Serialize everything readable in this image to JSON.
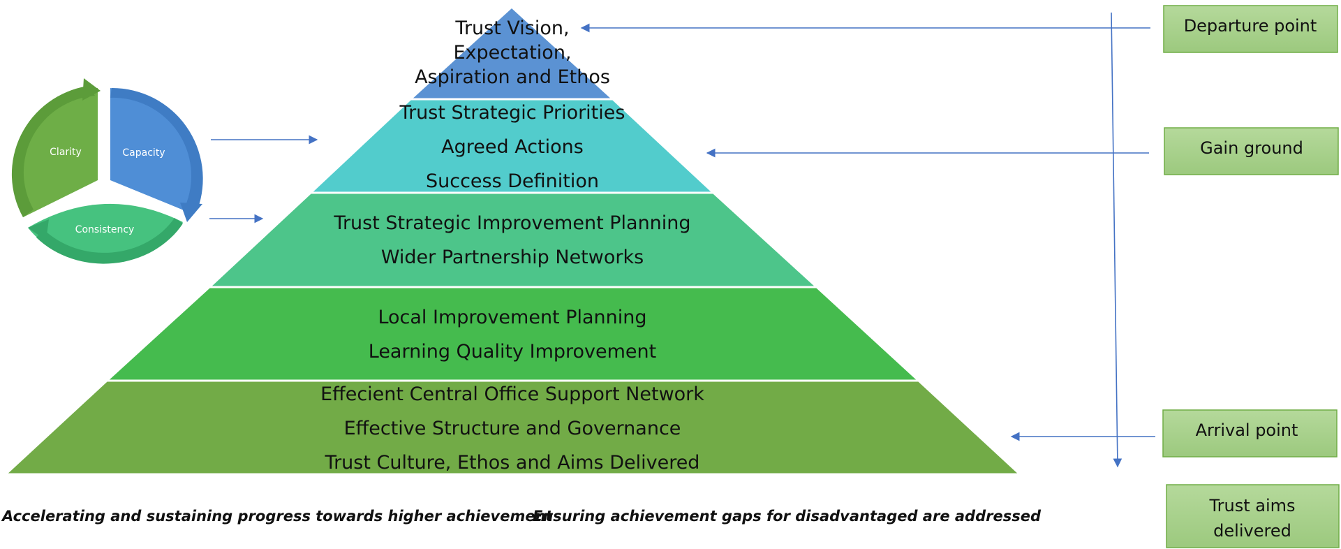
{
  "pyramid": {
    "levels": [
      {
        "lines": [
          "Trust Vision,",
          "Expectation,",
          "Aspiration and Ethos"
        ],
        "color": "#5b92d3"
      },
      {
        "lines": [
          "Trust Strategic Priorities",
          "Agreed Actions",
          "Success Definition"
        ],
        "color": "#52cccc"
      },
      {
        "lines": [
          "Trust Strategic Improvement  Planning",
          "Wider Partnership Networks"
        ],
        "color": "#4dc58a"
      },
      {
        "lines": [
          "Local Improvement Planning",
          "Learning Quality Improvement"
        ],
        "color": "#45bb4e"
      },
      {
        "lines": [
          "Effecient Central Office Support Network",
          "Effective Structure and Governance",
          "Trust Culture, Ethos and Aims Delivered"
        ],
        "color": "#72ab47"
      }
    ]
  },
  "cycle": {
    "segments": [
      {
        "label": "Clarity",
        "color": "#6eae47"
      },
      {
        "label": "Capacity",
        "color": "#4f8ed6"
      },
      {
        "label": "Consistency",
        "color": "#46c27f"
      }
    ]
  },
  "stages": [
    {
      "label": "Departure point"
    },
    {
      "label": "Gain ground"
    },
    {
      "label": "Arrival point"
    },
    {
      "lines": [
        "Trust aims",
        "delivered"
      ]
    }
  ],
  "footer": {
    "left": "Accelerating and sustaining progress towards higher achievement",
    "right": "Ensuring achievement gaps for disadvantaged are addressed"
  },
  "colors": {
    "arrow": "#4472c4",
    "box_fill": "#a9d18e",
    "box_border": "#70ad47"
  }
}
